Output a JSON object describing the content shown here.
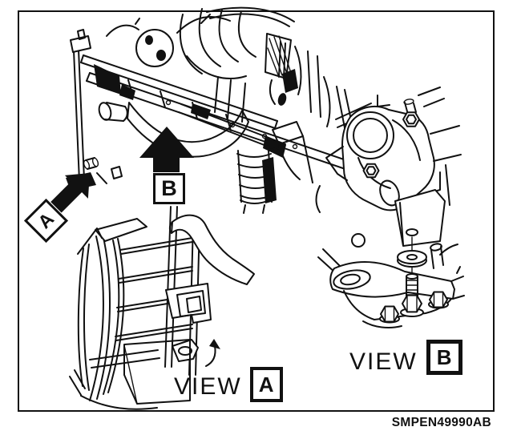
{
  "figure": {
    "background": "#ffffff",
    "line_color": "#111111",
    "code": "SMPEN49990AB",
    "callouts": {
      "a": "A",
      "b": "B"
    },
    "views": {
      "a": {
        "prefix": "VIEW",
        "letter": "A"
      },
      "b": {
        "prefix": "VIEW",
        "letter": "B"
      }
    }
  }
}
